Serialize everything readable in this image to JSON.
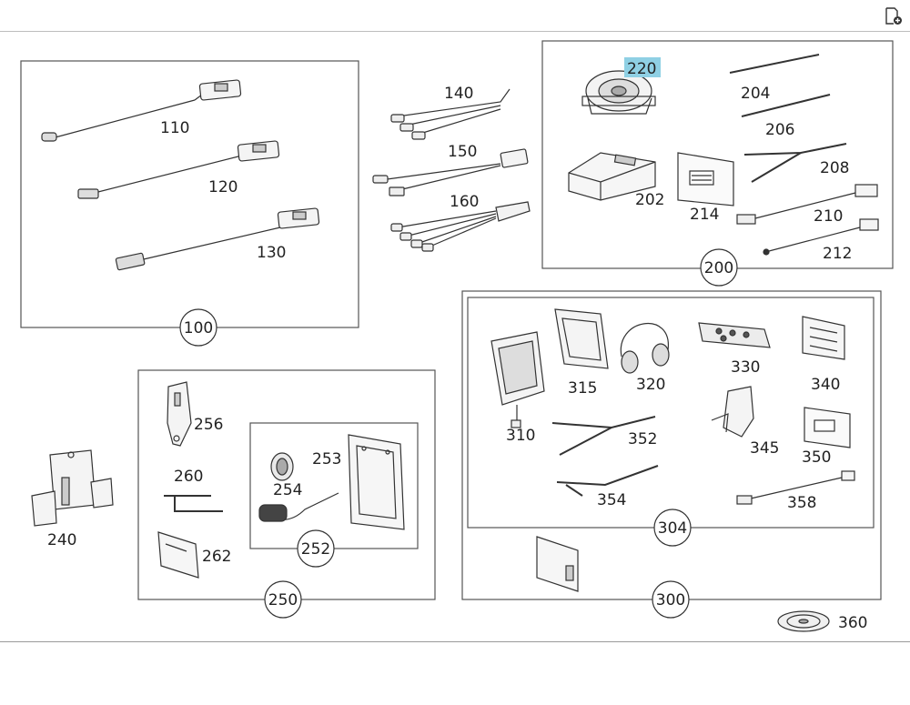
{
  "toolbar": {
    "icon": "page-add-icon"
  },
  "highlight_color": "#8fd0e4",
  "groups": [
    {
      "id": "group-100",
      "label": "100",
      "parts": [
        "110",
        "120",
        "130"
      ]
    },
    {
      "id": "group-200",
      "label": "200",
      "parts": [
        "220",
        "204",
        "206",
        "202",
        "214",
        "208",
        "210",
        "212"
      ]
    },
    {
      "id": "group-250",
      "label": "250",
      "parts": [
        "256",
        "260",
        "262"
      ]
    },
    {
      "id": "group-252",
      "label": "252",
      "parts": [
        "254",
        "253"
      ]
    },
    {
      "id": "group-300",
      "label": "300",
      "parts": [
        "304"
      ]
    },
    {
      "id": "group-304",
      "label": "304",
      "parts": [
        "310",
        "315",
        "320",
        "330",
        "340",
        "352",
        "345",
        "350",
        "354",
        "358"
      ]
    }
  ],
  "parts": {
    "p110": "110",
    "p120": "120",
    "p130": "130",
    "p140": "140",
    "p150": "150",
    "p160": "160",
    "p220": "220",
    "p204": "204",
    "p206": "206",
    "p202": "202",
    "p214": "214",
    "p208": "208",
    "p210": "210",
    "p212": "212",
    "p240": "240",
    "p256": "256",
    "p260": "260",
    "p262": "262",
    "p253": "253",
    "p254": "254",
    "p310": "310",
    "p315": "315",
    "p320": "320",
    "p330": "330",
    "p340": "340",
    "p352": "352",
    "p345": "345",
    "p350": "350",
    "p354": "354",
    "p358": "358",
    "p360": "360"
  },
  "callouts": {
    "c100": "100",
    "c200": "200",
    "c250": "250",
    "c252": "252",
    "c300": "300",
    "c304": "304"
  },
  "selected_part": "220"
}
